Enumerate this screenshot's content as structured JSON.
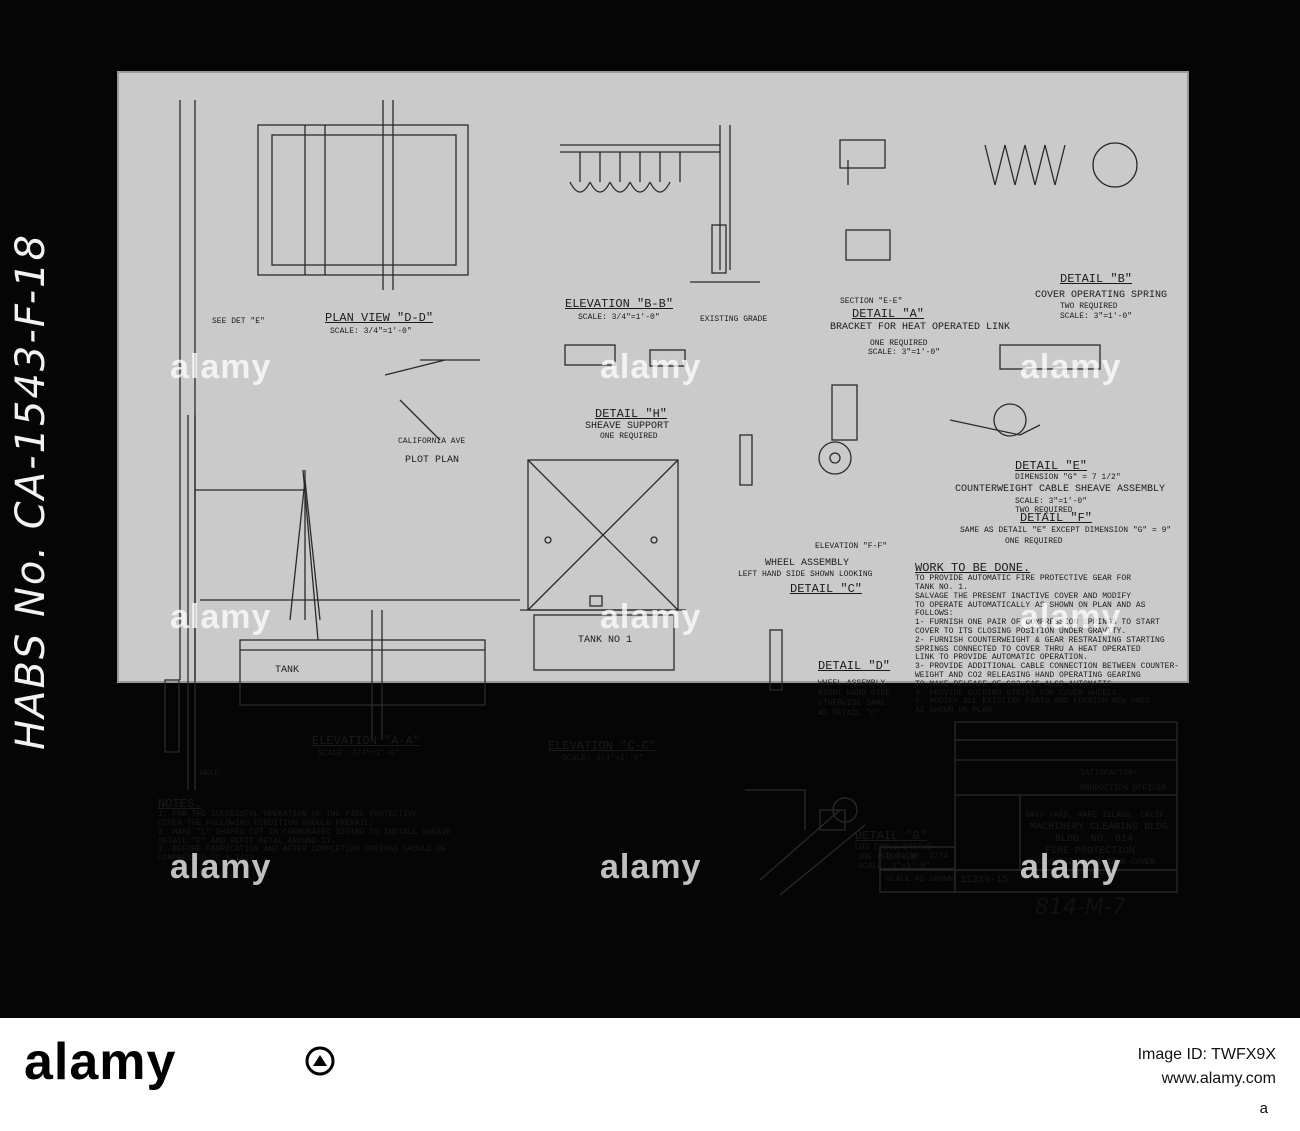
{
  "side_label": "HABS No. CA-1543-F-18",
  "sheet_number_handwritten": "814-M-7",
  "watermark": "alamy",
  "footer": {
    "brand": "alamy",
    "image_id_label": "Image ID: TWFX9X",
    "site": "www.alamy.com",
    "code": "a"
  },
  "views": {
    "plan_view": "PLAN VIEW \"D-D\"",
    "plan_view_scale": "SCALE: 3/4\"=1'-0\"",
    "elevation_bb": "ELEVATION \"B-B\"",
    "elevation_bb_scale": "SCALE: 3/4\"=1'-0\"",
    "detail_a": "DETAIL \"A\"",
    "detail_a_sub": "BRACKET FOR HEAT OPERATED LINK",
    "detail_a_req": "ONE REQUIRED",
    "detail_a_scale": "SCALE: 3\"=1'-0\"",
    "section_ee": "SECTION \"E-E\"",
    "detail_b": "DETAIL \"B\"",
    "detail_b_sub": "COVER OPERATING SPRING",
    "detail_b_req": "TWO REQUIRED",
    "detail_b_scale": "SCALE: 3\"=1'-0\"",
    "detail_h": "DETAIL \"H\"",
    "detail_h_sub": "SHEAVE SUPPORT",
    "detail_h_req": "ONE REQUIRED",
    "plot_plan": "PLOT PLAN",
    "california_ave": "CALIFORNIA AVE",
    "detail_e": "DETAIL \"E\"",
    "detail_e_dim": "DIMENSION \"G\" = 7 1/2\"",
    "detail_e_sub": "COUNTERWEIGHT CABLE SHEAVE ASSEMBLY",
    "detail_e_scale": "SCALE: 3\"=1'-0\"",
    "detail_e_req": "TWO REQUIRED",
    "detail_f": "DETAIL \"F\"",
    "detail_f_sub": "SAME AS DETAIL \"E\" EXCEPT DIMENSION \"G\" = 9\"",
    "detail_f_req": "ONE REQUIRED",
    "elevation_ff": "ELEVATION \"F-F\"",
    "wheel_assembly": "WHEEL ASSEMBLY",
    "wheel_assembly_sub": "LEFT HAND SIDE SHOWN LOOKING",
    "detail_c": "DETAIL \"C\"",
    "detail_d": "DETAIL \"D\"",
    "detail_d_sub1": "WHEEL ASSEMBLY",
    "detail_d_sub2": "RIGHT HAND SIDE",
    "detail_d_sub3": "OTHERWISE SAME",
    "detail_d_sub4": "AS DETAIL \"C\"",
    "elevation_aa": "ELEVATION \"A-A\"",
    "elevation_aa_scale": "SCALE: 3/4\"=1'-0\"",
    "elevation_cc": "ELEVATION \"C-C\"",
    "elevation_cc_scale": "SCALE: 3/4\"=1'-0\"",
    "tank_no1": "TANK NO 1",
    "tank": "TANK",
    "detail_g": "DETAIL \"G\"",
    "detail_g_sub": "CO2 CABLE SHEAVE",
    "detail_g_req": "ONE REQUIRED",
    "detail_g_scale": "SCALE: 3\"=1'-0\"",
    "existing_grade": "EXISTING GRADE",
    "weld": "WELD",
    "see_det_e": "SEE DET \"E\""
  },
  "work": {
    "heading": "WORK TO BE DONE.",
    "lines": [
      "TO PROVIDE AUTOMATIC FIRE PROTECTIVE GEAR FOR",
      "TANK NO. 1.",
      "SALVAGE THE PRESENT INACTIVE COVER AND MODIFY",
      "TO OPERATE AUTOMATICALLY AS SHOWN ON PLAN AND AS",
      "FOLLOWS:",
      "1- FURNISH ONE PAIR OF COMPRESSION SPRINGS TO START",
      "COVER TO ITS CLOSING POSITION UNDER GRAVITY.",
      "2- FURNISH COUNTERWEIGHT & GEAR RESTRAINING STARTING",
      "SPRINGS CONNECTED TO COVER THRU A HEAT OPERATED",
      "LINK TO PROVIDE AUTOMATIC OPERATION.",
      "3- PROVIDE ADDITIONAL CABLE CONNECTION BETWEEN COUNTER-",
      "WEIGHT AND CO2 RELEASING HAND OPERATING GEARING",
      "TO MAKE RELEASE OF CO2 GAS ALSO AUTOMATIC.",
      "4- PROVIDE GUIDING STRIPS FOR COVER WHEELS.",
      "5- MODIFY ALL EXISTING PARTS AND FURNISH NEW ONES",
      "AS SHOWN ON PLAN."
    ]
  },
  "notes": {
    "heading": "NOTES.",
    "lines": [
      "1. FOR THE SUCCESSFUL OPERATION OF THE FIRE PROTECTIVE",
      "COVER THE FOLLOWING CONDITION SHOULD PREVAIL:",
      "2. MAKE \"L\" SHAPED CUT IN CORRUGATED SIDING TO INSTALL SHEAVE",
      "DETAIL \"F\" AND REFIT METAL AROUND IT.",
      "3. BEFORE FABRICATION AND AFTER COMPLETION SPRINGS SHOULD BE",
      "COMPRESSED TO 3 1/2\"."
    ]
  },
  "title_block": {
    "navy_yard": "NAVY YARD, MARE ISLAND, CALIF.",
    "line1": "MACHINERY CLEANING BLDG.",
    "line2": "BLDG. NO. 814.",
    "line3": "FIRE PROTECTION",
    "line4": "AUTOMATIC CO2 & TANK COVER",
    "line5": "CONTROL.",
    "dwg_no": "D.O. NO. 1774",
    "scale": "SCALE AS SHOWN",
    "file_no": "11239-15",
    "production_officer": "PRODUCTION OFFICER",
    "satisfactory": "SATISFACTORY"
  }
}
